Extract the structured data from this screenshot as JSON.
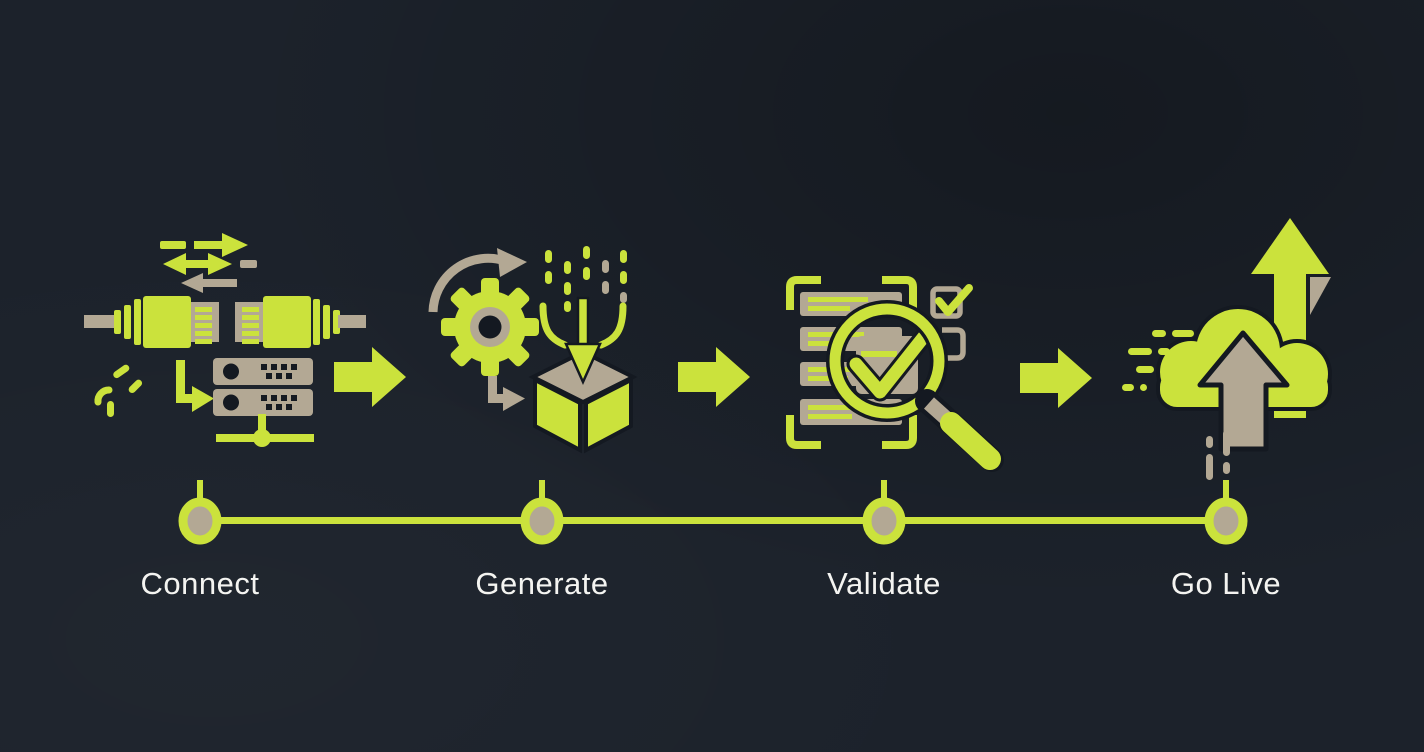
{
  "theme": {
    "bg": "#1c222b",
    "accent": "#cbe23c",
    "neutral": "#b3a894",
    "ink": "#141921",
    "text": "#f4f4f1"
  },
  "pipeline": {
    "type": "process-timeline",
    "connector": "arrow-right",
    "steps": [
      {
        "id": "connect",
        "label": "Connect",
        "icon": "ethernet-plugs-servers-icon"
      },
      {
        "id": "generate",
        "label": "Generate",
        "icon": "gear-data-cube-icon"
      },
      {
        "id": "validate",
        "label": "Validate",
        "icon": "checklist-magnifier-icon"
      },
      {
        "id": "golive",
        "label": "Go Live",
        "icon": "cloud-upload-launch-icon"
      }
    ]
  }
}
